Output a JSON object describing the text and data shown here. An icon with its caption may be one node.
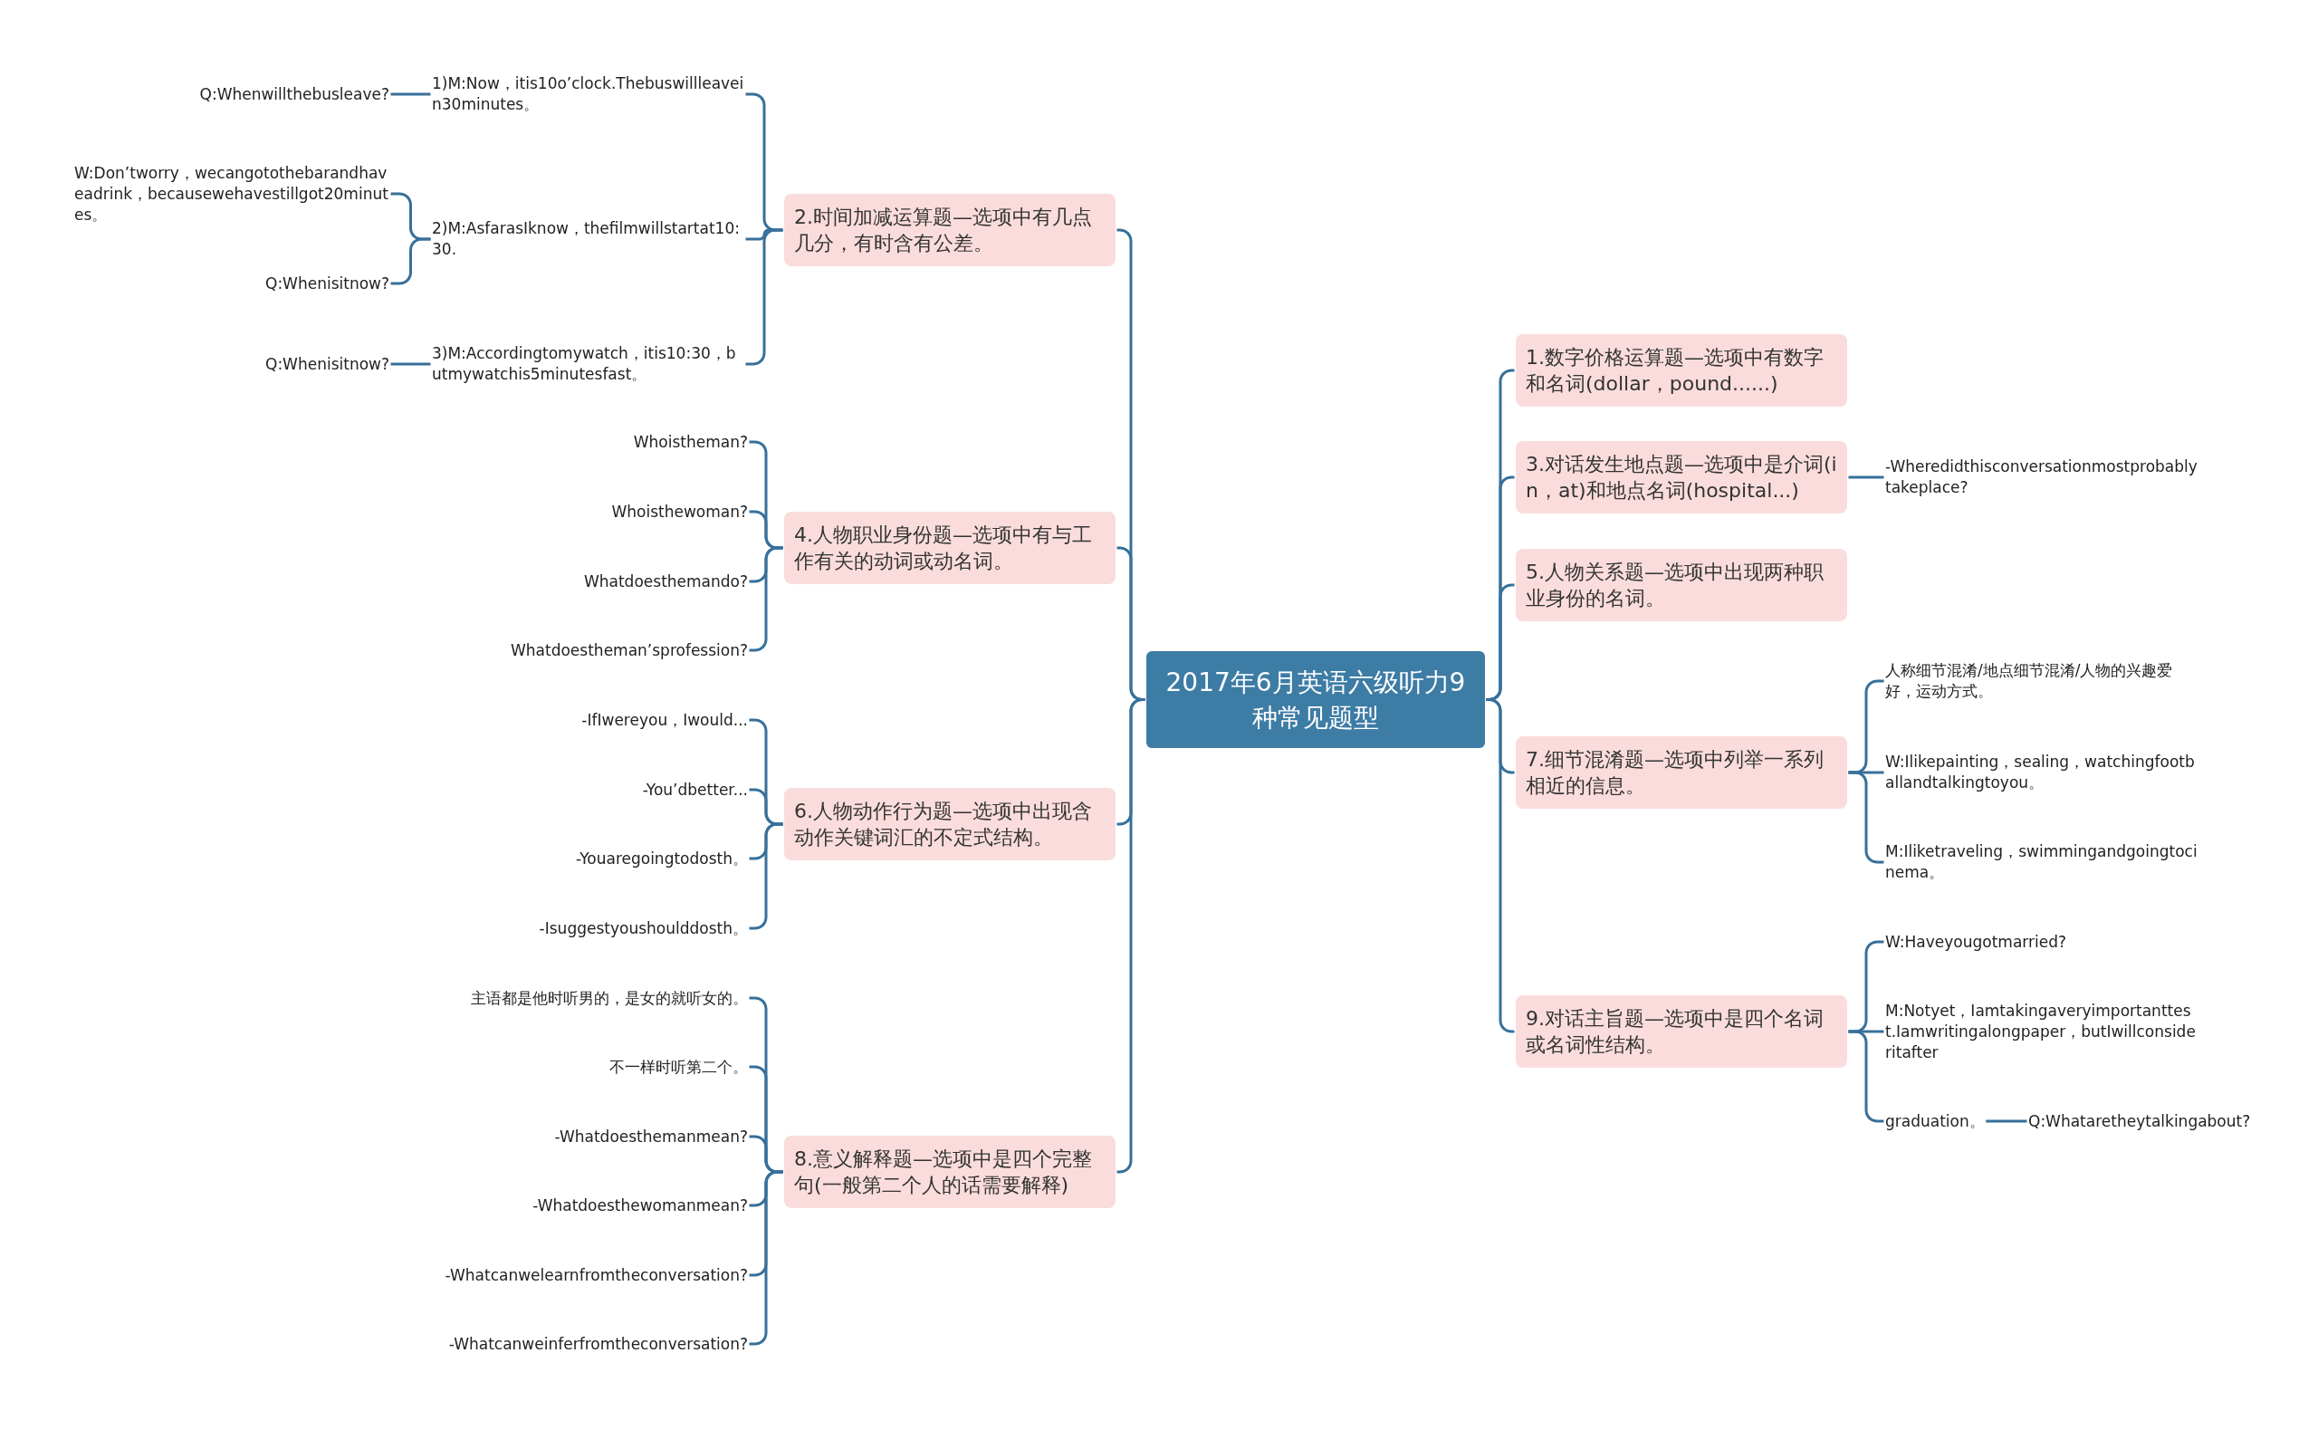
{
  "diagram": {
    "nodes": [
      {
        "text": [
          "2017年6月英语六级听力9种常见题型"
        ]
      },
      {
        "text": [
          "2.时间加减运算题—选项中有几点几分，有时含有公差。"
        ]
      },
      {
        "text": [
          "1)M:Now，itis10o’clock.Thebuswillleavein30minutes。"
        ]
      },
      {
        "text": [
          "Q:Whenwillthebusleave?"
        ]
      },
      {
        "text": [
          "2)M:AsfarasIknow，thefilmwillstartat10:30."
        ]
      },
      {
        "text": [
          "W:Don’tworry，wecangotothebarandhaveadrink，becausewehavestillgot20minutes。"
        ]
      },
      {
        "text": [
          "Q:Whenisitnow?"
        ]
      },
      {
        "text": [
          "3)M:Accordingtomywatch，itis10:30，butmywatchis5minutesfast。"
        ]
      },
      {
        "text": [
          "Q:Whenisitnow?"
        ]
      },
      {
        "text": [
          "4.人物职业身份题—选项中有与工作有关的动词或动名词。"
        ]
      },
      {
        "text": [
          "Whoistheman?"
        ]
      },
      {
        "text": [
          "Whoisthewoman?"
        ]
      },
      {
        "text": [
          "Whatdoesthemando?"
        ]
      },
      {
        "text": [
          "Whatdoestheman’sprofession?"
        ]
      },
      {
        "text": [
          "6.人物动作行为题—选项中出现含动作关键词汇的不定式结构。"
        ]
      },
      {
        "text": [
          "-IfIwereyou，Iwould..."
        ]
      },
      {
        "text": [
          "-You’dbetter..."
        ]
      },
      {
        "text": [
          "-Youaregoingtodosth。"
        ]
      },
      {
        "text": [
          "-Isuggestyoushoulddosth。"
        ]
      },
      {
        "text": [
          "8.意义解释题—选项中是四个完整句(一般第二个人的话需要解释)"
        ]
      },
      {
        "text": [
          "主语都是他时听男的，是女的就听女的。"
        ]
      },
      {
        "text": [
          "不一样时听第二个。"
        ]
      },
      {
        "text": [
          "-Whatdoesthemanmean?"
        ]
      },
      {
        "text": [
          "-Whatdoesthewomanmean?"
        ]
      },
      {
        "text": [
          "-Whatcanwelearnfromtheconversation?"
        ]
      },
      {
        "text": [
          "-Whatcanweinferfromtheconversation?"
        ]
      },
      {
        "text": [
          "1.数字价格运算题—选项中有数字和名词(dollar，pound......)"
        ]
      },
      {
        "text": [
          "3.对话发生地点题—选项中是介词(in，at)和地点名词(hospital...)"
        ]
      },
      {
        "text": [
          "-Wheredidthisconversationmostprobablytakeplace?"
        ]
      },
      {
        "text": [
          "5.人物关系题—选项中出现两种职业身份的名词。"
        ]
      },
      {
        "text": [
          "7.细节混淆题—选项中列举一系列相近的信息。"
        ]
      },
      {
        "text": [
          "人称细节混淆/地点细节混淆/人物的兴趣爱好，运动方式。"
        ]
      },
      {
        "text": [
          "W:Ilikepainting，sealing，watchingfootballandtalkingtoyou。"
        ]
      },
      {
        "text": [
          "M:Iliketraveling，swimmingandgoingtocinema。"
        ]
      },
      {
        "text": [
          "9.对话主旨题—选项中是四个名词或名词性结构。"
        ]
      },
      {
        "text": [
          "W:Haveyougotmarried?"
        ]
      },
      {
        "text": [
          "M:Notyet，Iamtakingaveryimportanttest.Iamwritingalongpaper，butIwillconsideritafter"
        ]
      },
      {
        "text": [
          "graduation。"
        ]
      },
      {
        "text": [
          "Q:Whataretheytalkingabout?"
        ]
      }
    ],
    "edges": [
      {
        "from": 0,
        "to": 1,
        "arrow": "none"
      },
      {
        "from": 0,
        "to": 9,
        "arrow": "none"
      },
      {
        "from": 0,
        "to": 14,
        "arrow": "none"
      },
      {
        "from": 0,
        "to": 19,
        "arrow": "none"
      },
      {
        "from": 1,
        "to": 2,
        "arrow": "none"
      },
      {
        "from": 2,
        "to": 3,
        "arrow": "none"
      },
      {
        "from": 1,
        "to": 4,
        "arrow": "none"
      },
      {
        "from": 4,
        "to": 5,
        "arrow": "none"
      },
      {
        "from": 4,
        "to": 6,
        "arrow": "none"
      },
      {
        "from": 1,
        "to": 7,
        "arrow": "none"
      },
      {
        "from": 7,
        "to": 8,
        "arrow": "none"
      },
      {
        "from": 9,
        "to": 10,
        "arrow": "none"
      },
      {
        "from": 9,
        "to": 11,
        "arrow": "none"
      },
      {
        "from": 9,
        "to": 12,
        "arrow": "none"
      },
      {
        "from": 9,
        "to": 13,
        "arrow": "none"
      },
      {
        "from": 14,
        "to": 15,
        "arrow": "none"
      },
      {
        "from": 14,
        "to": 16,
        "arrow": "none"
      },
      {
        "from": 14,
        "to": 17,
        "arrow": "none"
      },
      {
        "from": 14,
        "to": 18,
        "arrow": "none"
      },
      {
        "from": 19,
        "to": 20,
        "arrow": "none"
      },
      {
        "from": 19,
        "to": 21,
        "arrow": "none"
      },
      {
        "from": 19,
        "to": 22,
        "arrow": "none"
      },
      {
        "from": 19,
        "to": 23,
        "arrow": "none"
      },
      {
        "from": 19,
        "to": 24,
        "arrow": "none"
      },
      {
        "from": 19,
        "to": 25,
        "arrow": "none"
      },
      {
        "from": 0,
        "to": 26,
        "arrow": "none"
      },
      {
        "from": 0,
        "to": 27,
        "arrow": "none"
      },
      {
        "from": 27,
        "to": 28,
        "arrow": "none"
      },
      {
        "from": 0,
        "to": 29,
        "arrow": "none"
      },
      {
        "from": 0,
        "to": 30,
        "arrow": "none"
      },
      {
        "from": 30,
        "to": 31,
        "arrow": "none"
      },
      {
        "from": 30,
        "to": 32,
        "arrow": "none"
      },
      {
        "from": 30,
        "to": 33,
        "arrow": "none"
      },
      {
        "from": 0,
        "to": 34,
        "arrow": "none"
      },
      {
        "from": 34,
        "to": 35,
        "arrow": "none"
      },
      {
        "from": 34,
        "to": 36,
        "arrow": "none"
      },
      {
        "from": 34,
        "to": 37,
        "arrow": "none"
      },
      {
        "from": 37,
        "to": 38,
        "arrow": "none"
      }
    ]
  }
}
